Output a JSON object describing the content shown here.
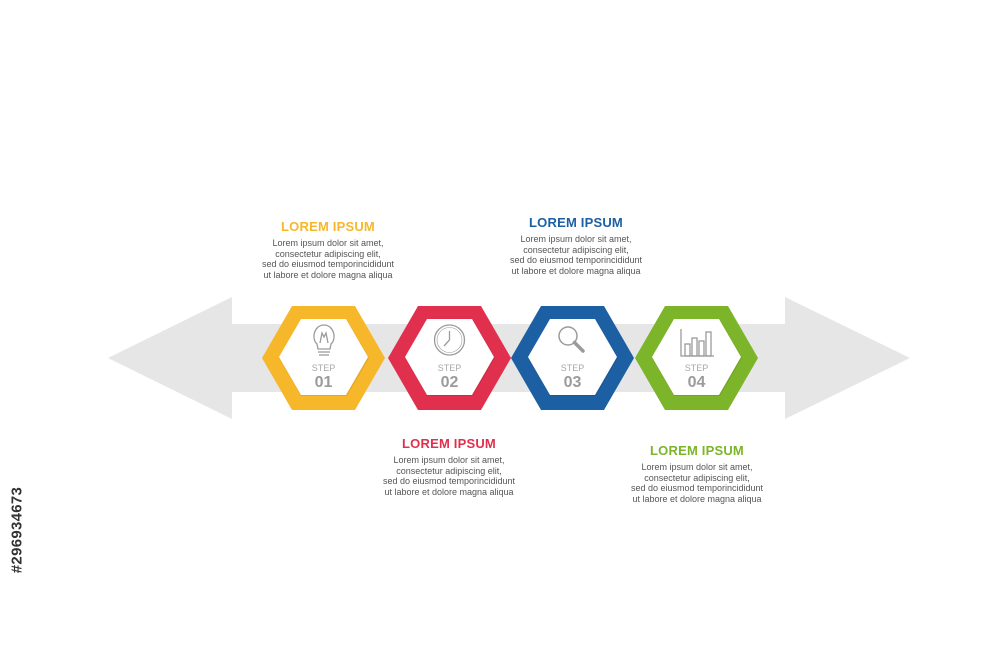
{
  "colors": {
    "step1": "#f6b72b",
    "step2": "#e0304e",
    "step3": "#1d5fa3",
    "step4": "#7cb42a",
    "arrow": "#e6e6e6",
    "icon": "#9b9b9b"
  },
  "steps": [
    {
      "label": "STEP",
      "number": "01",
      "icon": "lightbulb-icon",
      "title": "LOREM IPSUM",
      "text": [
        "Lorem ipsum dolor sit amet,",
        "consectetur adipiscing elit,",
        "sed do eiusmod  temporincididunt",
        "ut labore et dolore magna aliqua"
      ]
    },
    {
      "label": "STEP",
      "number": "02",
      "icon": "clock-icon",
      "title": "LOREM IPSUM",
      "text": [
        "Lorem ipsum dolor sit amet,",
        "consectetur adipiscing elit,",
        "sed do eiusmod  temporincididunt",
        "ut labore et dolore magna aliqua"
      ]
    },
    {
      "label": "STEP",
      "number": "03",
      "icon": "magnifier-icon",
      "title": "LOREM IPSUM",
      "text": [
        "Lorem ipsum dolor sit amet,",
        "consectetur adipiscing elit,",
        "sed do eiusmod  temporincididunt",
        "ut labore et dolore magna aliqua"
      ]
    },
    {
      "label": "STEP",
      "number": "04",
      "icon": "bar-chart-icon",
      "title": "LOREM IPSUM",
      "text": [
        "Lorem ipsum dolor sit amet,",
        "consectetur adipiscing elit,",
        "sed do eiusmod  temporincididunt",
        "ut labore et dolore magna aliqua"
      ]
    }
  ],
  "watermark": "#296934673"
}
